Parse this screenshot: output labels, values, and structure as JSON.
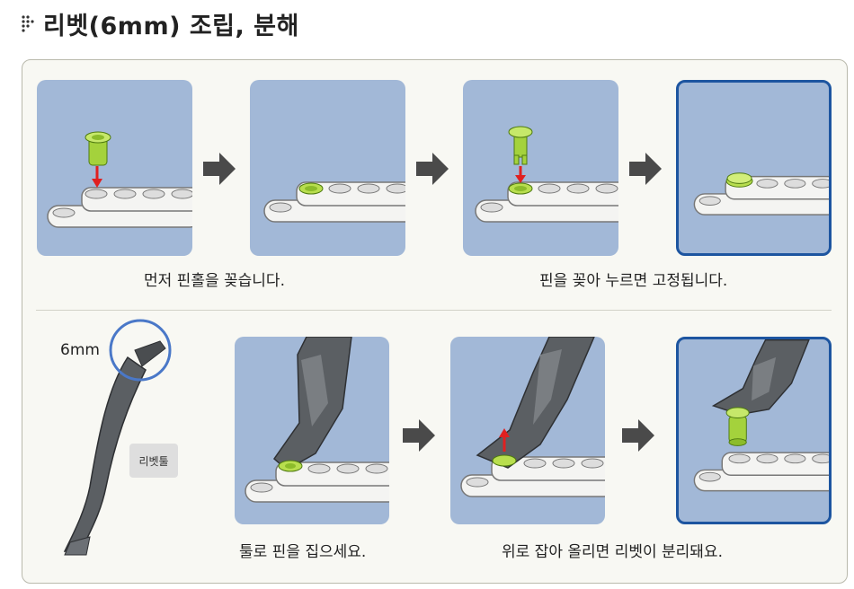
{
  "header": {
    "title": "리벳(6mm) 조립, 분해",
    "grip_icon": "dotted-grip-icon"
  },
  "assembly": {
    "caption_left": "먼저 핀홀을 꽂습니다.",
    "caption_right": "핀을 꽂아 누르면 고정됩니다."
  },
  "disassembly": {
    "size_label": "6mm",
    "tool_label": "리벳툴",
    "caption_left": "툴로 핀을 집으세요.",
    "caption_right": "위로 잡아 올리면 리벳이 분리돼요."
  },
  "colors": {
    "tile_bg": "#a2b8d7",
    "final_border": "#1d55a0",
    "pin_green": "#a4d23c",
    "down_arrow": "#e02020",
    "step_arrow": "#4a4a4a",
    "tool_gray": "#5b5f63",
    "highlight_circle": "#4a78c8"
  }
}
